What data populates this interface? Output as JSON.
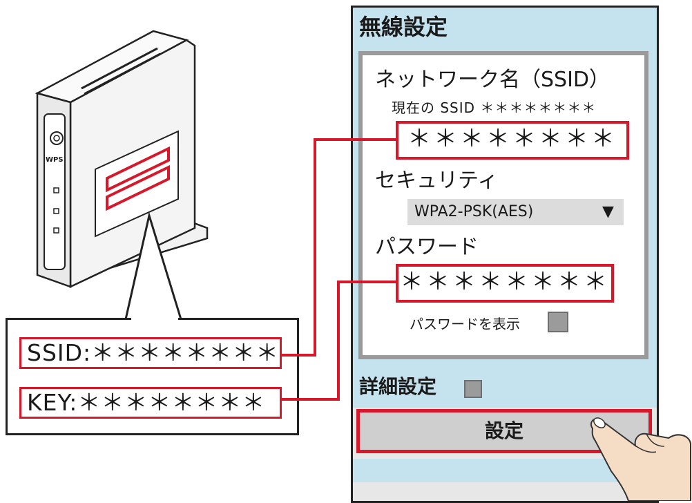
{
  "router": {
    "wps_label": "WPS"
  },
  "label": {
    "ssid_text": "SSID:＊＊＊＊＊＊＊＊",
    "key_text": "KEY:＊＊＊＊＊＊＊＊"
  },
  "phone": {
    "header_title": "無線設定",
    "network_name_title": "ネットワーク名（SSID）",
    "current_ssid": "現在の SSID ＊＊＊＊＊＊＊＊",
    "ssid_input": "＊＊＊＊＊＊＊＊",
    "security_title": "セキュリティ",
    "security_value": "WPA2-PSK(AES)",
    "security_arrow": "▼",
    "password_title": "パスワード",
    "password_input": "＊＊＊＊＊＊＊＊",
    "show_password_label": "パスワードを表示",
    "advanced_label": "詳細設定",
    "submit_label": "設定"
  },
  "colors": {
    "accent_red": "#d7182a",
    "header_blue": "#c5e3ee",
    "frame_gray": "#9a9a9a"
  },
  "icons": [
    "router-illustration",
    "wps-button-icon",
    "pointing-hand-icon",
    "checkbox-icon",
    "dropdown-arrow-icon"
  ]
}
